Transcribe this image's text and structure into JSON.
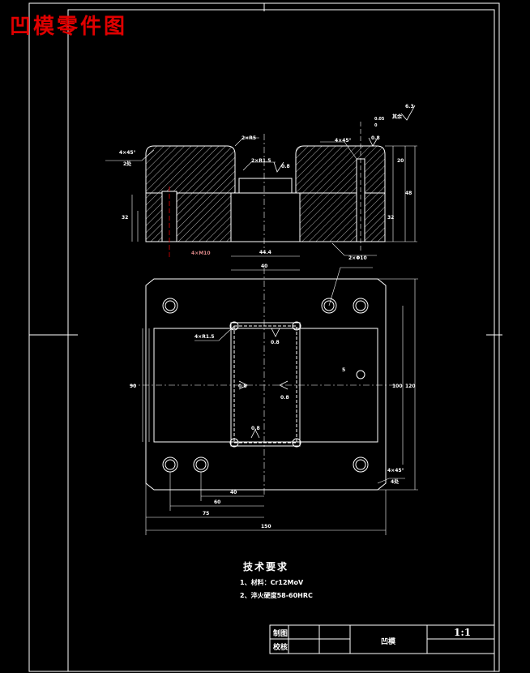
{
  "title": "凹模零件图",
  "colors": {
    "background": "#000000",
    "line": "#ffffff",
    "title": "#e00000",
    "hatch": "#ffffff"
  },
  "front_view": {
    "labels": {
      "chamfer_left": "4×45°",
      "chamfer_left_sub": "2处",
      "radius_top": "2×R5",
      "radius_cut": "2×R1.5",
      "roughness_a": "0.8",
      "dim_width": "44.4",
      "dim_height_left": "32",
      "thread": "4×M10",
      "chamfer_right": "4×45°",
      "roughness_b": "0.8",
      "tol_top": "0.05",
      "tol_bot": "0",
      "other": "其余",
      "roughness_c": "6.3",
      "dim_r1": "20",
      "dim_r2": "32",
      "dim_r3": "48",
      "pin_hole": "2×Φ10"
    }
  },
  "top_view": {
    "labels": {
      "dim_top": "40",
      "radius": "4×R1.5",
      "roughness_top": "0.8",
      "roughness_mid": "0.8",
      "roughness_right": "0.8",
      "roughness_bottom": "0.8",
      "dim_left": "90",
      "dim_small": "5",
      "dim_right1": "100",
      "dim_right2": "120",
      "chamfer": "4×45°",
      "chamfer_sub": "4处",
      "dim_b1": "40",
      "dim_b2": "60",
      "dim_b3": "75",
      "dim_b4": "150"
    }
  },
  "requirements": {
    "title": "技术要求",
    "items": [
      "1、材料：Cr12MoV",
      "2、淬火硬度58-60HRC"
    ]
  },
  "title_block": {
    "drawn_label": "制图",
    "checked_label": "校核",
    "part_name": "凹模",
    "scale": "1:1"
  }
}
